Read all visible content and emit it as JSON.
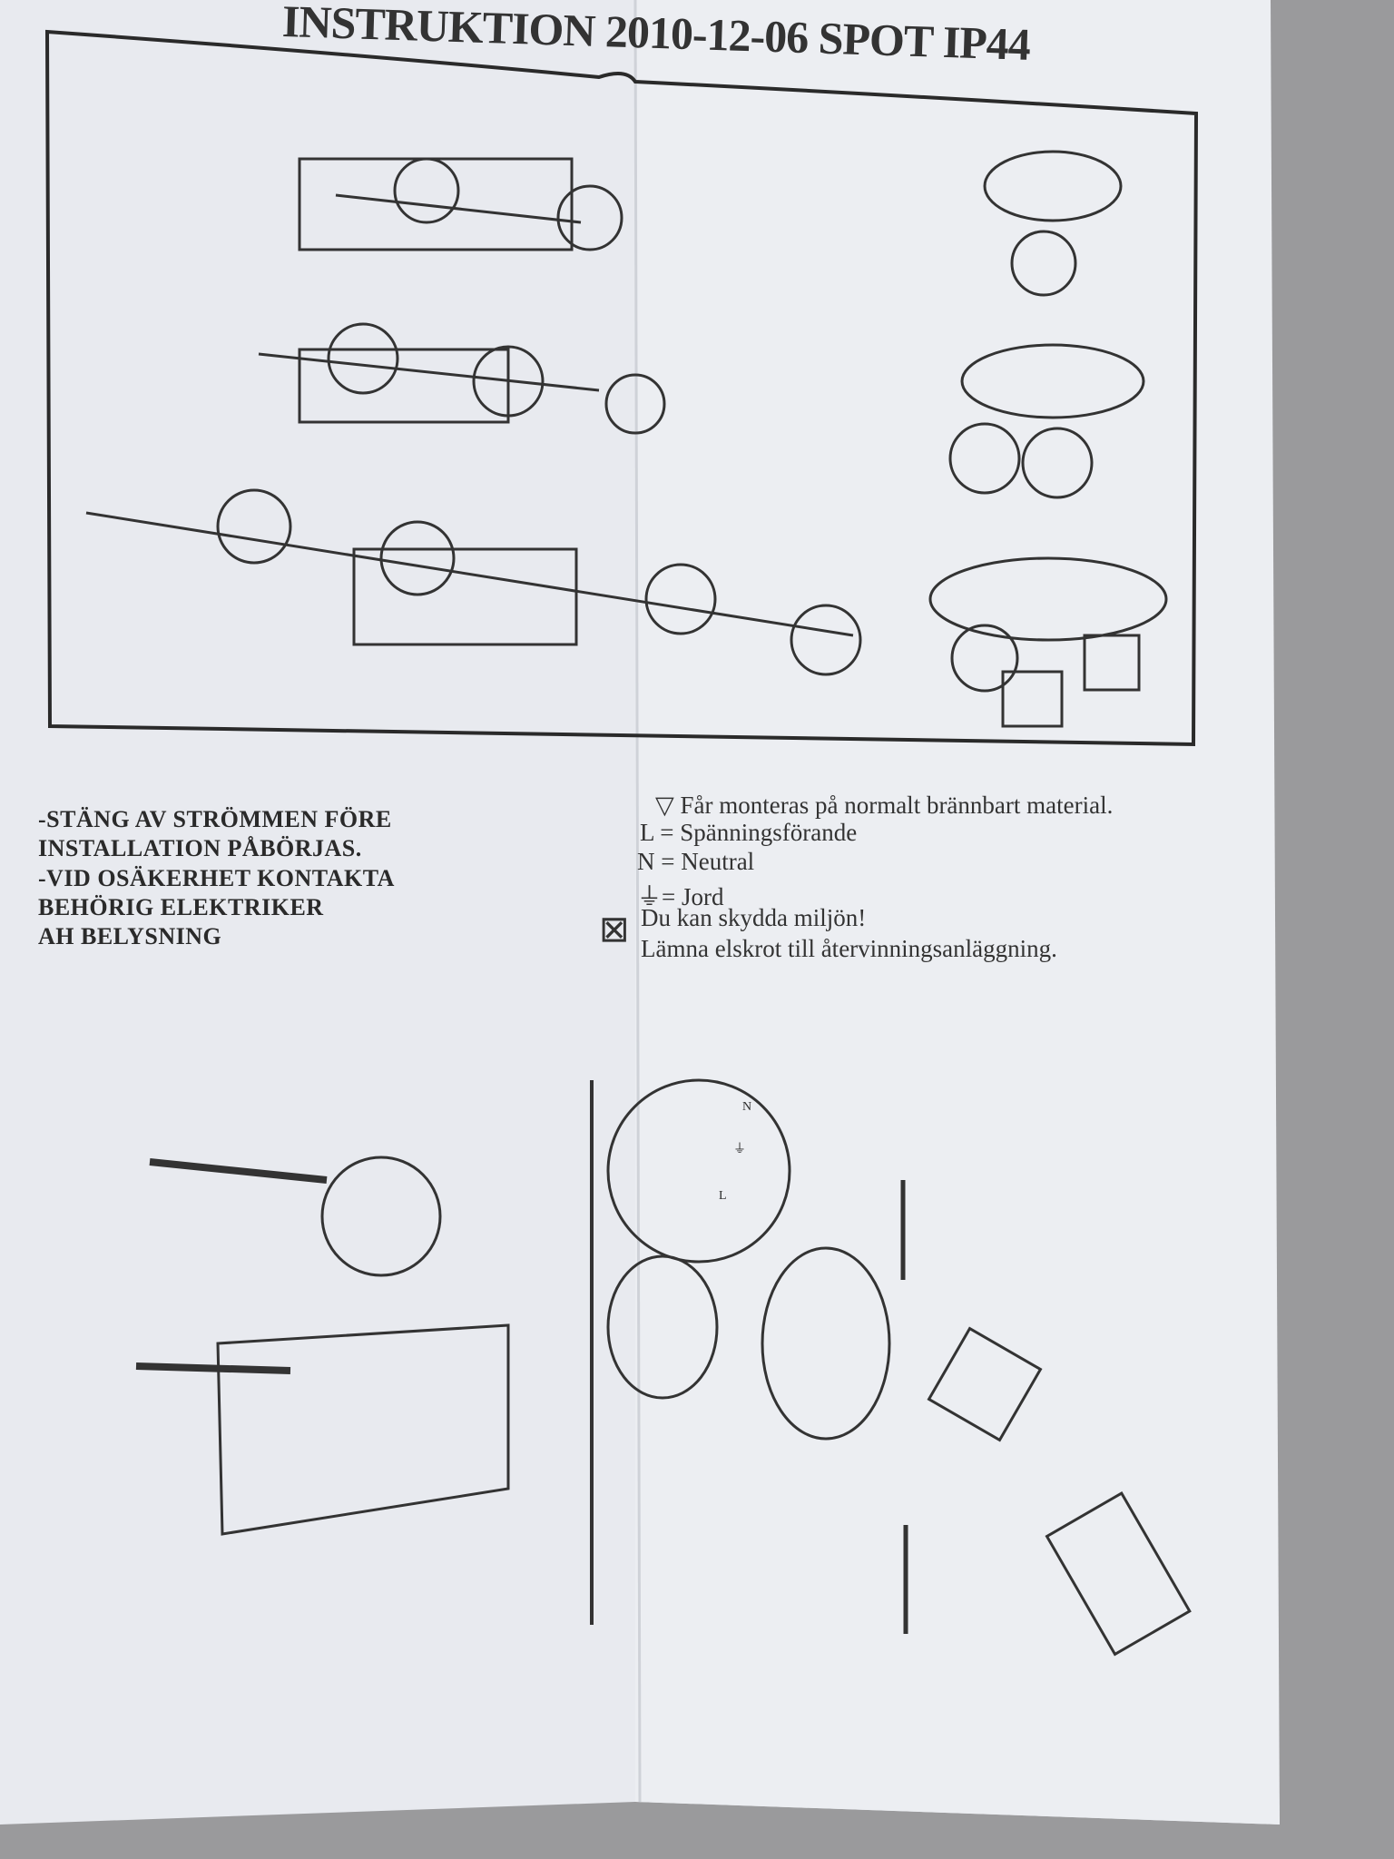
{
  "title": "INSTRUKTION 2010-12-06 SPOT IP44",
  "warnings": [
    "-STÄNG AV STRÖMMEN FÖRE",
    "INSTALLATION PÅBÖRJAS.",
    "-VID OSÄKERHET KONTAKTA",
    "BEHÖRIG ELEKTRIKER",
    "AH BELYSNING"
  ],
  "legend": {
    "f_mark": "Får monteras på normalt brännbart material.",
    "l_line": "L = Spänningsförande",
    "n_line": "N = Neutral",
    "earth_line": "= Jord",
    "weee_1": "Du kan skydda miljön!",
    "weee_2": "Lämna elskrot till återvinningsanläggning."
  },
  "terminal_labels": [
    "N",
    "⏚",
    "L"
  ],
  "colors": {
    "paper": "#e9ebf0",
    "ink": "#2a2a2a",
    "background": "#9a9a9c"
  }
}
